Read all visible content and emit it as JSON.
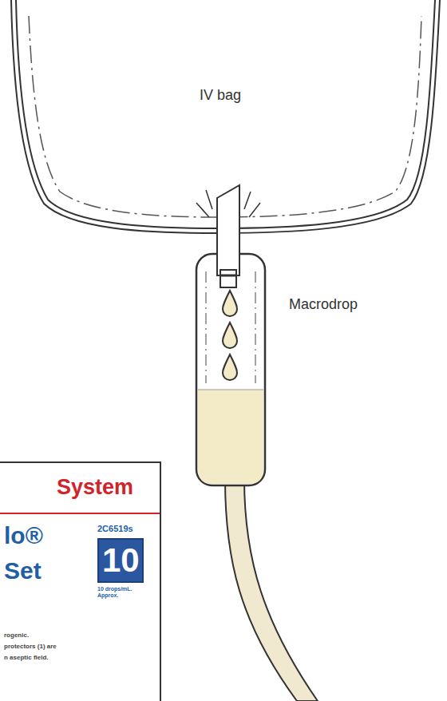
{
  "diagram": {
    "nodes": [
      {
        "text": [
          "System",
          "lo®",
          "Set",
          "2C6519s",
          "10 drops/mL. Approx.",
          "rogenic.",
          "protectors (1) are",
          "n aseptic field."
        ]
      },
      {
        "text": [
          "10"
        ],
        "in": 0
      }
    ],
    "labels": [
      "IV bag",
      "Macrodrop"
    ]
  }
}
